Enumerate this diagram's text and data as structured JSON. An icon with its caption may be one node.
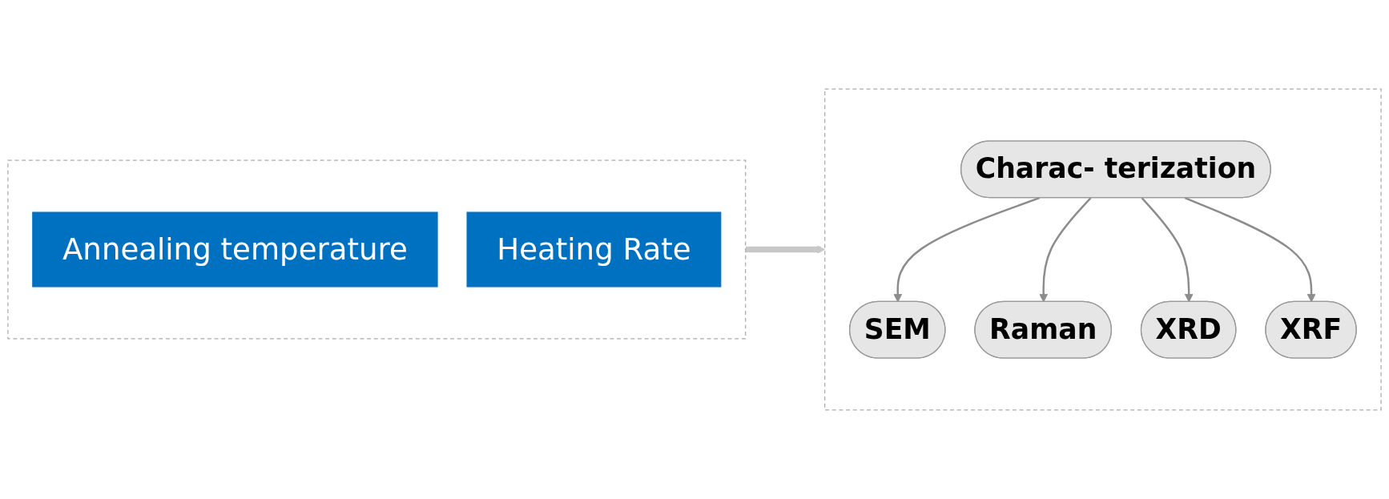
{
  "diagram": {
    "nodes": [
      {
        "text": [],
        "shape": "box"
      },
      {
        "text": [
          "Annealing  temperature"
        ],
        "in": 0
      },
      {
        "text": [
          "Heating Rate"
        ],
        "in": 0
      },
      {
        "text": [],
        "shape": "box"
      },
      {
        "text": [
          "SEM"
        ],
        "in": 3
      },
      {
        "text": [
          "Raman"
        ],
        "in": 3
      },
      {
        "text": [
          "XRD"
        ],
        "in": 3
      },
      {
        "text": [
          "XRF"
        ],
        "in": 3
      },
      {
        "text": [
          "Charac- terization"
        ],
        "in": 3
      }
    ],
    "edges": [
      {
        "from": 0,
        "to": 3,
        "arrow": "to",
        "style": "thick",
        "color": "#c8c8c8"
      },
      {
        "from": 8,
        "to": 4,
        "arrow": "to"
      },
      {
        "from": 8,
        "to": 5,
        "arrow": "to"
      },
      {
        "from": 8,
        "to": 6,
        "arrow": "to"
      },
      {
        "from": 8,
        "to": 7,
        "arrow": "to"
      }
    ]
  }
}
